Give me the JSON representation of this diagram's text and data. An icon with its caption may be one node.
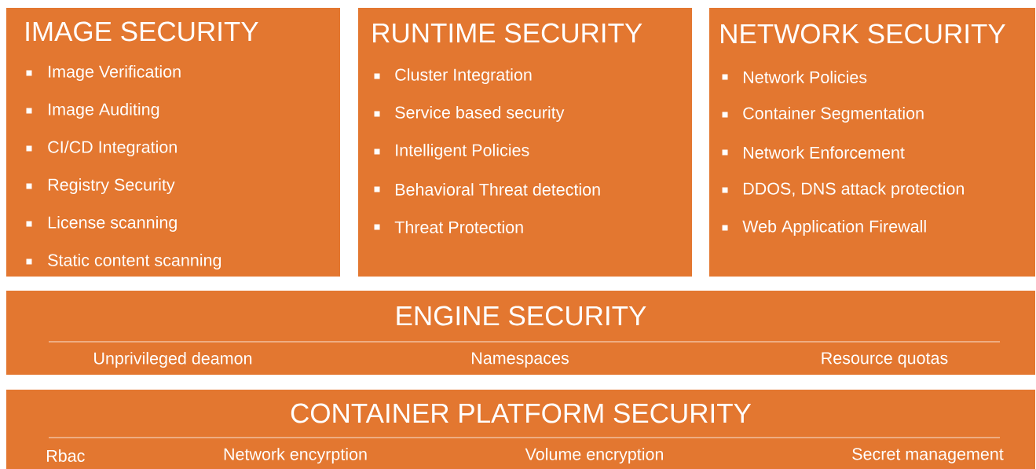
{
  "diagram": {
    "nodes": [
      {
        "text": [
          "IMAGE SECURITY",
          "Image Verification",
          "Image Auditing",
          "CI/CD Integration",
          "Registry Security",
          "License scanning",
          "Static content scanning"
        ]
      },
      {
        "text": [
          "RUNTIME SECURITY",
          "Cluster Integration",
          "Service based security",
          "Intelligent Policies",
          "Behavioral Threat detection",
          "Threat Protection"
        ]
      },
      {
        "text": [
          "NETWORK SECURITY",
          "Network Policies",
          "Container Segmentation",
          "Network Enforcement",
          "DDOS, DNS attack protection",
          "Web Application Firewall"
        ]
      },
      {
        "text": [
          "ENGINE SECURITY",
          "Unprivileged deamon",
          "Namespaces",
          "Resource quotas"
        ]
      },
      {
        "text": [
          "CONTAINER PLATFORM SECURITY",
          "Rbac",
          "Network encyrption",
          "Volume encryption",
          "Secret management"
        ]
      }
    ]
  }
}
